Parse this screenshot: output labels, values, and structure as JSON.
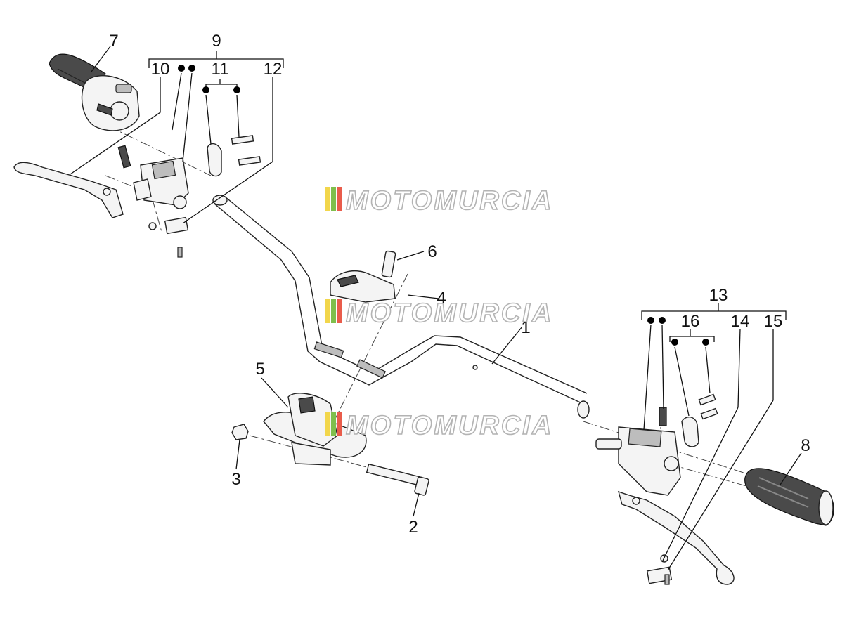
{
  "callouts": {
    "c1": "1",
    "c2": "2",
    "c3": "3",
    "c4": "4",
    "c5": "5",
    "c6": "6",
    "c7": "7",
    "c8": "8",
    "c9": "9",
    "c10": "10",
    "c11": "11",
    "c12": "12",
    "c13": "13",
    "c14": "14",
    "c15": "15",
    "c16": "16"
  },
  "watermark": {
    "text": "MOTOMURCIA",
    "stripe_colors": [
      "#f2d64b",
      "#7fbf4d",
      "#e95c4b"
    ]
  }
}
